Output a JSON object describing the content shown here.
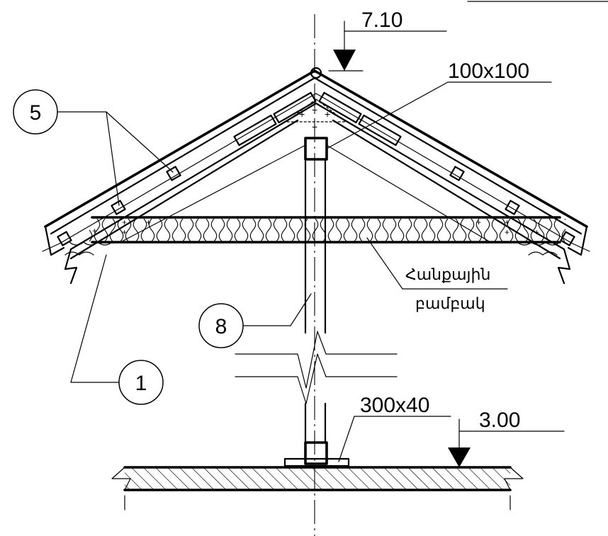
{
  "levels": {
    "top": "7.10",
    "bottom": "3.00"
  },
  "sections": {
    "post": "100x100",
    "base_plate": "300x40"
  },
  "insulation_label": {
    "line1": "Հանքային",
    "line2": "բամբակ"
  },
  "callouts": {
    "c5": "5",
    "c8": "8",
    "c1": "1"
  }
}
